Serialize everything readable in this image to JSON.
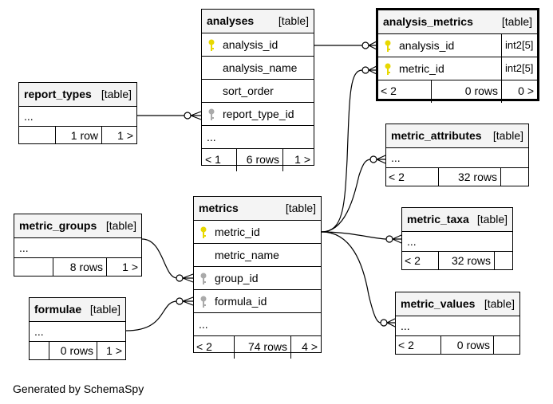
{
  "tables": {
    "analyses": {
      "name": "analyses",
      "tag": "[table]",
      "columns": [
        {
          "label": "analysis_id",
          "key": "primary"
        },
        {
          "label": "analysis_name",
          "key": ""
        },
        {
          "label": "sort_order",
          "key": ""
        },
        {
          "label": "report_type_id",
          "key": "foreign"
        },
        {
          "label": "...",
          "key": ""
        }
      ],
      "footer": {
        "parents": "< 1",
        "rows": "6 rows",
        "children": "1 >"
      }
    },
    "analysis_metrics": {
      "name": "analysis_metrics",
      "tag": "[table]",
      "columns": [
        {
          "label": "analysis_id",
          "key": "primary",
          "type": "int2[5]"
        },
        {
          "label": "metric_id",
          "key": "primary",
          "type": "int2[5]"
        }
      ],
      "footer": {
        "parents": "< 2",
        "rows": "0 rows",
        "children": "0 >"
      }
    },
    "report_types": {
      "name": "report_types",
      "tag": "[table]",
      "columns": [
        {
          "label": "...",
          "key": ""
        }
      ],
      "footer": {
        "parents": "",
        "rows": "1 row",
        "children": "1 >"
      }
    },
    "metric_attributes": {
      "name": "metric_attributes",
      "tag": "[table]",
      "columns": [
        {
          "label": "...",
          "key": ""
        }
      ],
      "footer": {
        "parents": "< 2",
        "rows": "32 rows",
        "children": ""
      }
    },
    "metric_taxa": {
      "name": "metric_taxa",
      "tag": "[table]",
      "columns": [
        {
          "label": "...",
          "key": ""
        }
      ],
      "footer": {
        "parents": "< 2",
        "rows": "32 rows",
        "children": ""
      }
    },
    "metrics": {
      "name": "metrics",
      "tag": "[table]",
      "columns": [
        {
          "label": "metric_id",
          "key": "primary"
        },
        {
          "label": "metric_name",
          "key": ""
        },
        {
          "label": "group_id",
          "key": "foreign"
        },
        {
          "label": "formula_id",
          "key": "foreign"
        },
        {
          "label": "...",
          "key": ""
        }
      ],
      "footer": {
        "parents": "< 2",
        "rows": "74 rows",
        "children": "4 >"
      }
    },
    "metric_groups": {
      "name": "metric_groups",
      "tag": "[table]",
      "columns": [
        {
          "label": "...",
          "key": ""
        }
      ],
      "footer": {
        "parents": "",
        "rows": "8 rows",
        "children": "1 >"
      }
    },
    "formulae": {
      "name": "formulae",
      "tag": "[table]",
      "columns": [
        {
          "label": "...",
          "key": ""
        }
      ],
      "footer": {
        "parents": "",
        "rows": "0 rows",
        "children": "1 >"
      }
    },
    "metric_values": {
      "name": "metric_values",
      "tag": "[table]",
      "columns": [
        {
          "label": "...",
          "key": ""
        }
      ],
      "footer": {
        "parents": "< 2",
        "rows": "0 rows",
        "children": ""
      }
    }
  },
  "credit": "Generated by SchemaSpy",
  "colors": {
    "primary_key": "#e8d800",
    "foreign_key": "#aaaaaa",
    "header_bg": "#f4f4f4"
  }
}
